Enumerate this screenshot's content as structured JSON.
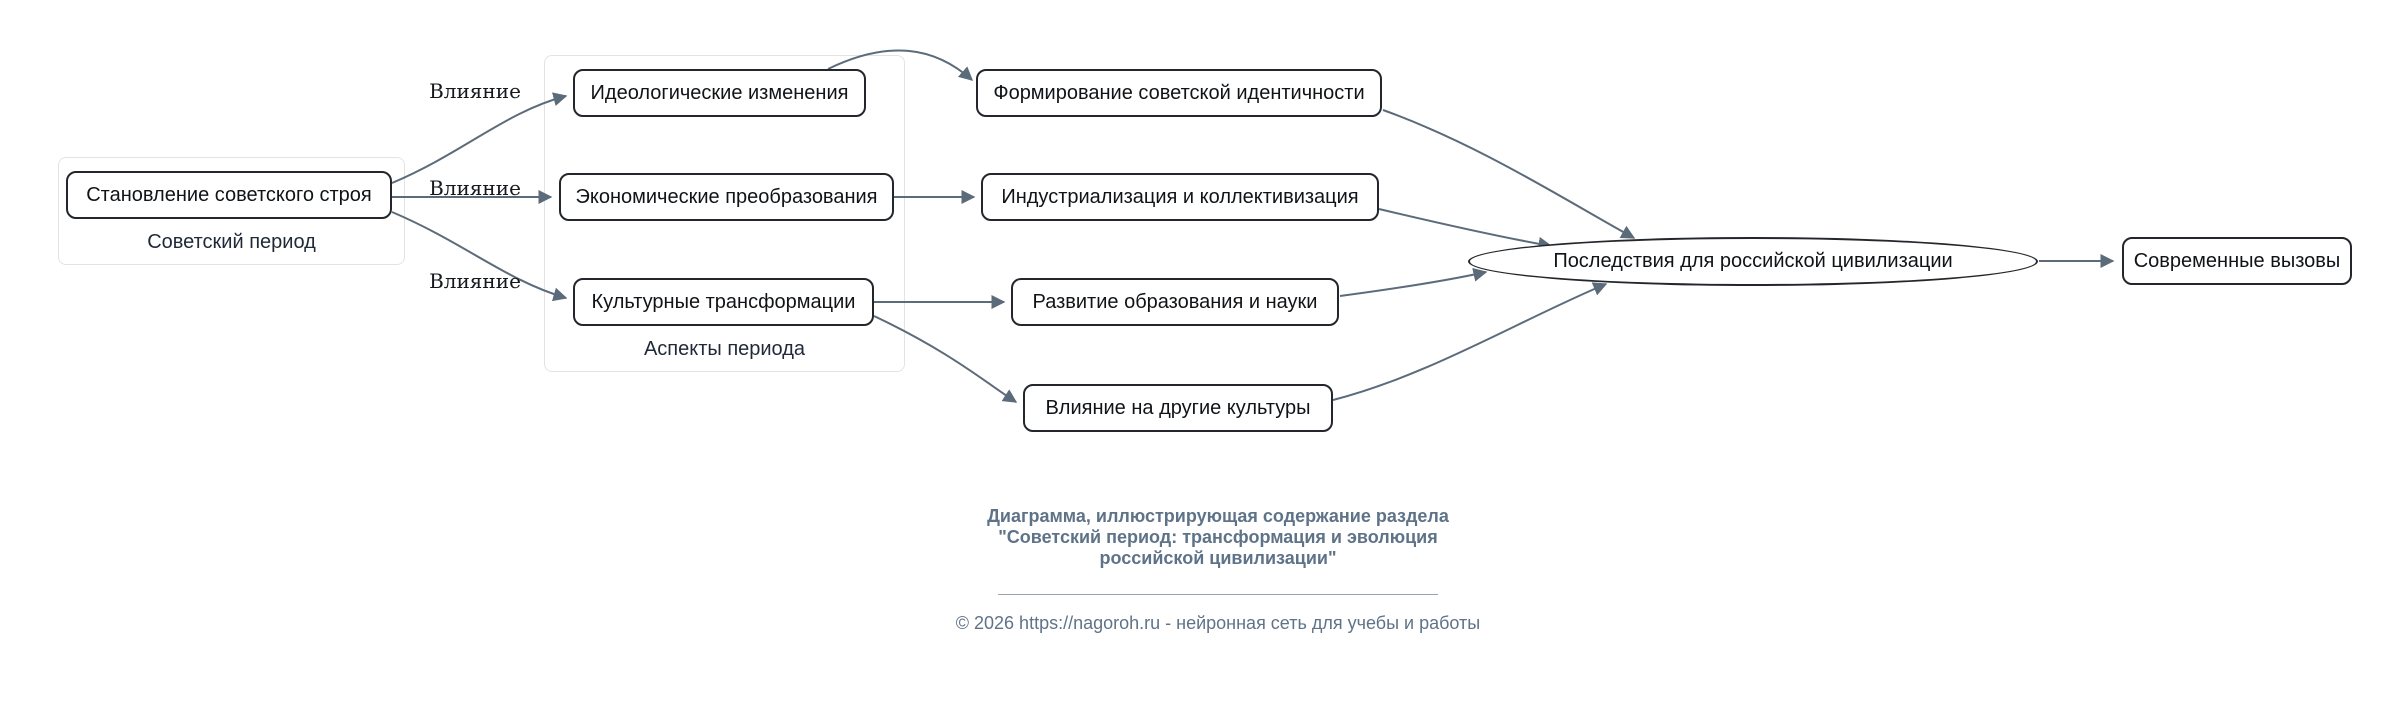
{
  "diagram": {
    "groups": {
      "soviet_period": {
        "label": "Советский период"
      },
      "aspects": {
        "label": "Аспекты периода"
      }
    },
    "nodes": {
      "formation": {
        "label": "Становление советского строя"
      },
      "ideology": {
        "label": "Идеологические изменения"
      },
      "economy": {
        "label": "Экономические преобразования"
      },
      "culture": {
        "label": "Культурные трансформации"
      },
      "identity": {
        "label": "Формирование советской идентичности"
      },
      "industrialization": {
        "label": "Индустриализация и коллективизация"
      },
      "education": {
        "label": "Развитие образования и науки"
      },
      "culture_influence": {
        "label": "Влияние на другие культуры"
      },
      "consequences": {
        "label": "Последствия для российской цивилизации"
      },
      "modern": {
        "label": "Современные вызовы"
      }
    },
    "edge_labels": [
      "Влияние",
      "Влияние",
      "Влияние"
    ]
  },
  "caption": {
    "line1": "Диаграмма, иллюстрирующая содержание раздела",
    "line2": "\"Советский период: трансформация и эволюция",
    "line3": "российской цивилизации\"",
    "footer": "© 2026 https://nagoroh.ru - нейронная сеть для учебы и работы"
  },
  "colors": {
    "edge": "#5c6b7a",
    "node_border": "#23272b",
    "node_fill": "#ffffff",
    "caption_text": "#5f7388"
  }
}
